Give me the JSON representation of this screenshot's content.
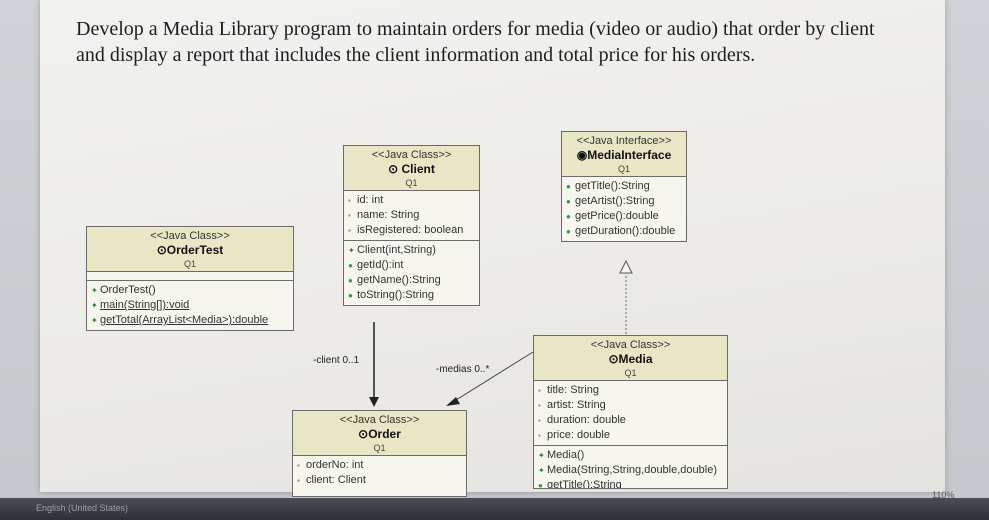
{
  "title_text": "Develop a Media Library program to maintain orders for media (video or audio) that order by client and display a report that includes the client information and total price for his orders.",
  "classes": {
    "client": {
      "stereotype": "<<Java Class>>",
      "name": "Client",
      "package": "Q1",
      "fields": [
        "id: int",
        "name: String",
        "isRegistered: boolean"
      ],
      "methods": [
        "Client(int,String)",
        "getId():int",
        "getName():String",
        "toString():String"
      ]
    },
    "media_interface": {
      "stereotype": "<<Java Interface>>",
      "name": "MediaInterface",
      "package": "Q1",
      "methods": [
        "getTitle():String",
        "getArtist():String",
        "getPrice():double",
        "getDuration():double"
      ]
    },
    "order_test": {
      "stereotype": "<<Java Class>>",
      "name": "OrderTest",
      "package": "Q1",
      "methods": [
        "OrderTest()",
        "main(String[]):void",
        "getTotal(ArrayList<Media>):double"
      ]
    },
    "media": {
      "stereotype": "<<Java Class>>",
      "name": "Media",
      "package": "Q1",
      "fields": [
        "title: String",
        "artist: String",
        "duration: double",
        "price: double"
      ],
      "methods": [
        "Media()",
        "Media(String,String,double,double)",
        "getTitle():String"
      ]
    },
    "order": {
      "stereotype": "<<Java Class>>",
      "name": "Order",
      "package": "Q1",
      "fields": [
        "orderNo: int",
        "client: Client"
      ]
    }
  },
  "associations": {
    "client_label": "-client 0..1",
    "medias_label": "-medias 0..*"
  },
  "status": {
    "language": "English (United States)",
    "zoom": "110%"
  },
  "colors": {
    "header_fill": "#e8e6c4",
    "box_fill": "#f6f6ee",
    "border": "#6b6b6b",
    "method_glyph": "#2f9c3a"
  }
}
